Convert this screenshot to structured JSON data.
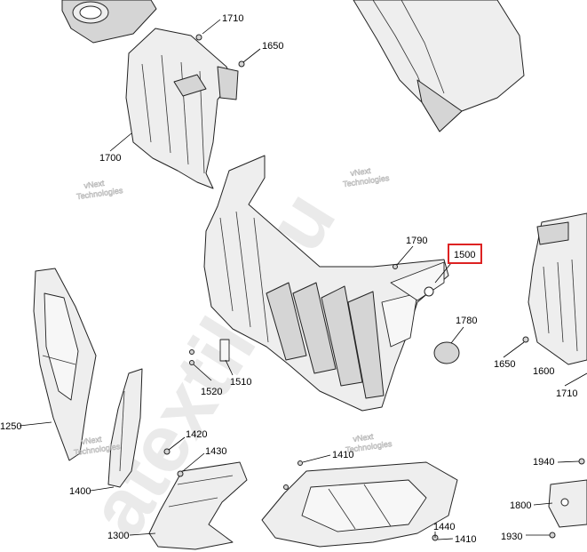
{
  "diagram": {
    "callouts": [
      {
        "id": "1710a",
        "text": "1710"
      },
      {
        "id": "1650a",
        "text": "1650"
      },
      {
        "id": "1700",
        "text": "1700"
      },
      {
        "id": "1790",
        "text": "1790"
      },
      {
        "id": "1500",
        "text": "1500",
        "highlighted": true
      },
      {
        "id": "1780",
        "text": "1780"
      },
      {
        "id": "1650b",
        "text": "1650"
      },
      {
        "id": "1600",
        "text": "1600"
      },
      {
        "id": "1710b",
        "text": "1710"
      },
      {
        "id": "1520",
        "text": "1520"
      },
      {
        "id": "1510",
        "text": "1510"
      },
      {
        "id": "1250",
        "text": "1250"
      },
      {
        "id": "1420",
        "text": "1420"
      },
      {
        "id": "1430",
        "text": "1430"
      },
      {
        "id": "1400",
        "text": "1400"
      },
      {
        "id": "1410a",
        "text": "1410"
      },
      {
        "id": "1940",
        "text": "1940"
      },
      {
        "id": "1800",
        "text": "1800"
      },
      {
        "id": "1300",
        "text": "1300"
      },
      {
        "id": "1440",
        "text": "1440"
      },
      {
        "id": "1410b",
        "text": "1410"
      },
      {
        "id": "1930",
        "text": "1930"
      }
    ],
    "watermark": {
      "small_line1": "vNext",
      "small_line2": "Technologies",
      "big_text": "atextile.ru"
    },
    "colors": {
      "highlight": "#d22222",
      "line": "#222222",
      "fill": "#eeeeee"
    }
  }
}
